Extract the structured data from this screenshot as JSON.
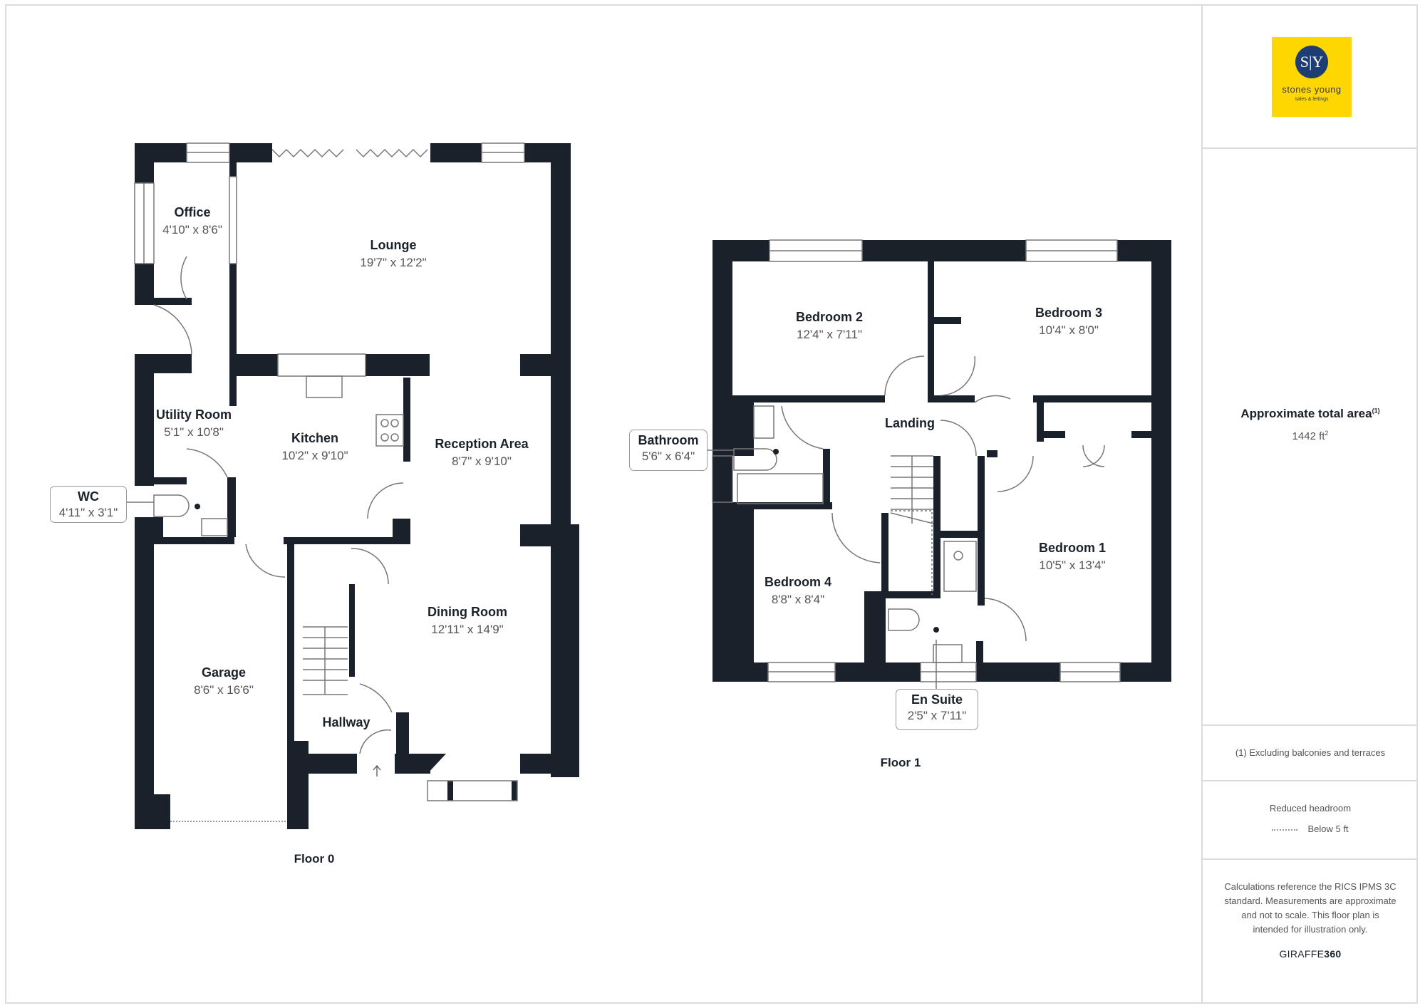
{
  "brand": {
    "logo_monogram": "S|Y",
    "logo_name": "stones young",
    "logo_tagline": "sales & lettings",
    "logo_bg_color": "#FFD700",
    "logo_circle_color": "#1E3D73"
  },
  "sidebar": {
    "area_title": "Approximate total area",
    "area_footnote_marker": "(1)",
    "area_value": "1442 ft",
    "area_unit_sup": "2",
    "footnote": "(1) Excluding balconies and terraces",
    "headroom_title": "Reduced headroom",
    "headroom_legend": "Below 5 ft",
    "disclaimer": "Calculations reference the RICS IPMS 3C standard. Measurements are approximate and not to scale. This floor plan is intended for illustration only.",
    "provider_prefix": "GIRAFFE",
    "provider_suffix": "360"
  },
  "floors": [
    {
      "label": "Floor 0",
      "rooms": [
        {
          "name": "Office",
          "dims": "4'10\" x 8'6\""
        },
        {
          "name": "Lounge",
          "dims": "19'7\" x 12'2\""
        },
        {
          "name": "Utility Room",
          "dims": "5'1\" x 10'8\""
        },
        {
          "name": "Kitchen",
          "dims": "10'2\" x 9'10\""
        },
        {
          "name": "Reception Area",
          "dims": "8'7\" x 9'10\""
        },
        {
          "name": "WC",
          "dims": "4'11\" x 3'1\""
        },
        {
          "name": "Dining Room",
          "dims": "12'11\" x 14'9\""
        },
        {
          "name": "Garage",
          "dims": "8'6\" x 16'6\""
        },
        {
          "name": "Hallway",
          "dims": ""
        }
      ]
    },
    {
      "label": "Floor 1",
      "rooms": [
        {
          "name": "Bedroom 2",
          "dims": "12'4\" x 7'11\""
        },
        {
          "name": "Bedroom 3",
          "dims": "10'4\" x 8'0\""
        },
        {
          "name": "Landing",
          "dims": ""
        },
        {
          "name": "Bathroom",
          "dims": "5'6\" x 6'4\""
        },
        {
          "name": "Bedroom 1",
          "dims": "10'5\" x 13'4\""
        },
        {
          "name": "Bedroom 4",
          "dims": "8'8\" x 8'4\""
        },
        {
          "name": "En Suite",
          "dims": "2'5\" x 7'11\""
        }
      ]
    }
  ],
  "colors": {
    "wall": "#1B212B",
    "border": "#DCDCDC",
    "label_text": "#1B212B",
    "dims_text": "#555555"
  }
}
